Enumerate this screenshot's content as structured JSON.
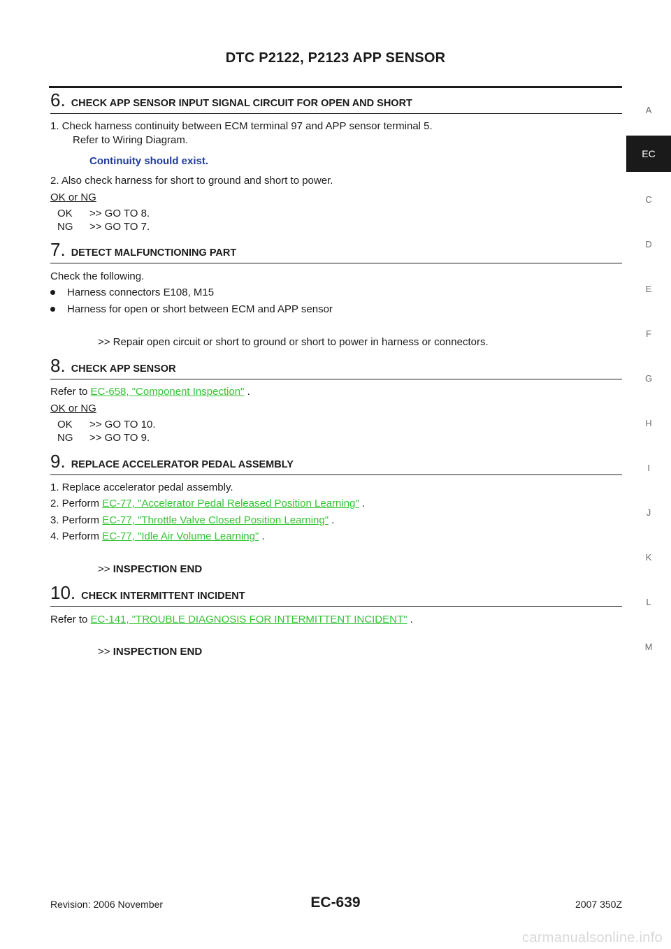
{
  "header": {
    "title": "DTC P2122, P2123 APP SENSOR"
  },
  "tabs": [
    "A",
    "EC",
    "C",
    "D",
    "E",
    "F",
    "G",
    "H",
    "I",
    "J",
    "K",
    "L",
    "M"
  ],
  "sections": {
    "s6": {
      "num": "6.",
      "title": "CHECK APP SENSOR INPUT SIGNAL CIRCUIT FOR OPEN AND SHORT",
      "step1": "1.  Check harness continuity between ECM terminal 97 and APP sensor terminal 5.",
      "step1b": "Refer to Wiring Diagram.",
      "spec": "Continuity should exist.",
      "step2": "2.  Also check harness for short to ground and short to power.",
      "okng": "OK or NG",
      "ok_label": "OK",
      "ok_action": ">> GO TO 8.",
      "ng_label": "NG",
      "ng_action": ">> GO TO 7."
    },
    "s7": {
      "num": "7.",
      "title": "DETECT MALFUNCTIONING PART",
      "intro": "Check the following.",
      "bullet1": "Harness connectors E108, M15",
      "bullet2": "Harness for open or short between ECM and APP sensor",
      "result": ">> Repair open circuit or short to ground or short to power in harness or connectors."
    },
    "s8": {
      "num": "8.",
      "title": "CHECK APP SENSOR",
      "refer_pre": "Refer to ",
      "refer_link": "EC-658, \"Component Inspection\"",
      "refer_post": " .",
      "okng": "OK or NG",
      "ok_label": "OK",
      "ok_action": ">> GO TO 10.",
      "ng_label": "NG",
      "ng_action": ">> GO TO 9."
    },
    "s9": {
      "num": "9.",
      "title": "REPLACE ACCELERATOR PEDAL ASSEMBLY",
      "step1": "1.  Replace accelerator pedal assembly.",
      "step2_pre": "2.  Perform ",
      "step2_link": "EC-77, \"Accelerator Pedal Released Position Learning\"",
      "step2_post": " .",
      "step3_pre": "3.  Perform ",
      "step3_link": "EC-77, \"Throttle Valve Closed Position Learning\"",
      "step3_post": " .",
      "step4_pre": "4.  Perform ",
      "step4_link": "EC-77, \"Idle Air Volume Learning\"",
      "step4_post": " .",
      "end_prefix": ">>",
      "end_text": "INSPECTION END"
    },
    "s10": {
      "num": "10.",
      "title": "CHECK INTERMITTENT INCIDENT",
      "refer_pre": "Refer to ",
      "refer_link": "EC-141, \"TROUBLE DIAGNOSIS FOR INTERMITTENT INCIDENT\"",
      "refer_post": " .",
      "end_prefix": ">>",
      "end_text": "INSPECTION END"
    }
  },
  "footer": {
    "revision": "Revision: 2006 November",
    "page": "EC-639",
    "model": "2007 350Z",
    "watermark": "carmanualsonline.info"
  }
}
